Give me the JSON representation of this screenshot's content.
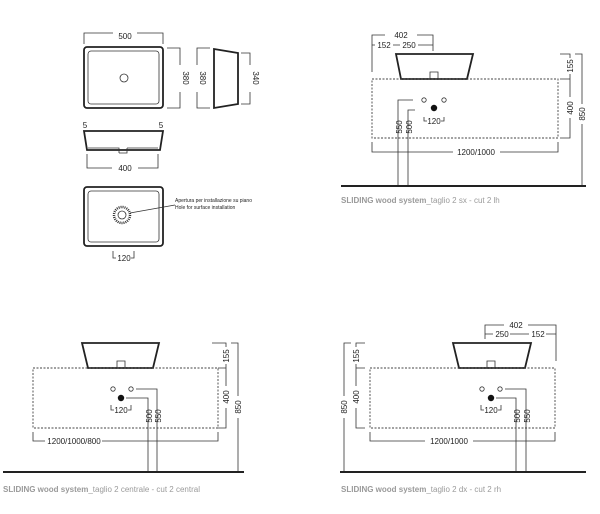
{
  "basin_views": {
    "width_top": "500",
    "depth_top": "380",
    "depth_side": "380",
    "depth_base": "340",
    "rim_left": "5",
    "rim_right": "5",
    "base_width": "400",
    "drain_offset": "120",
    "note_it": "Apertura per installazione su piano",
    "note_en": "Hole for surface installation"
  },
  "panels": [
    {
      "caption_bold": "SLIDING wood system",
      "caption_rest": "_taglio 2 sx - cut 2 lh",
      "total": "402",
      "left_offset": "152",
      "basin_center": "250",
      "basin_height": "155",
      "cabinet_height": "400",
      "overall_height": "850",
      "width": "1200/1000",
      "pipe_1": "550",
      "pipe_2": "500",
      "drain": "120"
    },
    {
      "caption_bold": "SLIDING wood system",
      "caption_rest": "_taglio 2 centrale - cut 2 central",
      "basin_height": "155",
      "cabinet_height": "400",
      "overall_height": "850",
      "width": "1200/1000/800",
      "pipe_1": "500",
      "pipe_2": "550",
      "drain": "120"
    },
    {
      "caption_bold": "SLIDING wood system",
      "caption_rest": "_taglio 2 dx - cut 2 rh",
      "total": "402",
      "right_offset": "152",
      "basin_center": "250",
      "basin_height": "155",
      "cabinet_height": "400",
      "overall_height": "850",
      "width": "1200/1000",
      "pipe_1": "500",
      "pipe_2": "550",
      "drain": "120"
    }
  ]
}
